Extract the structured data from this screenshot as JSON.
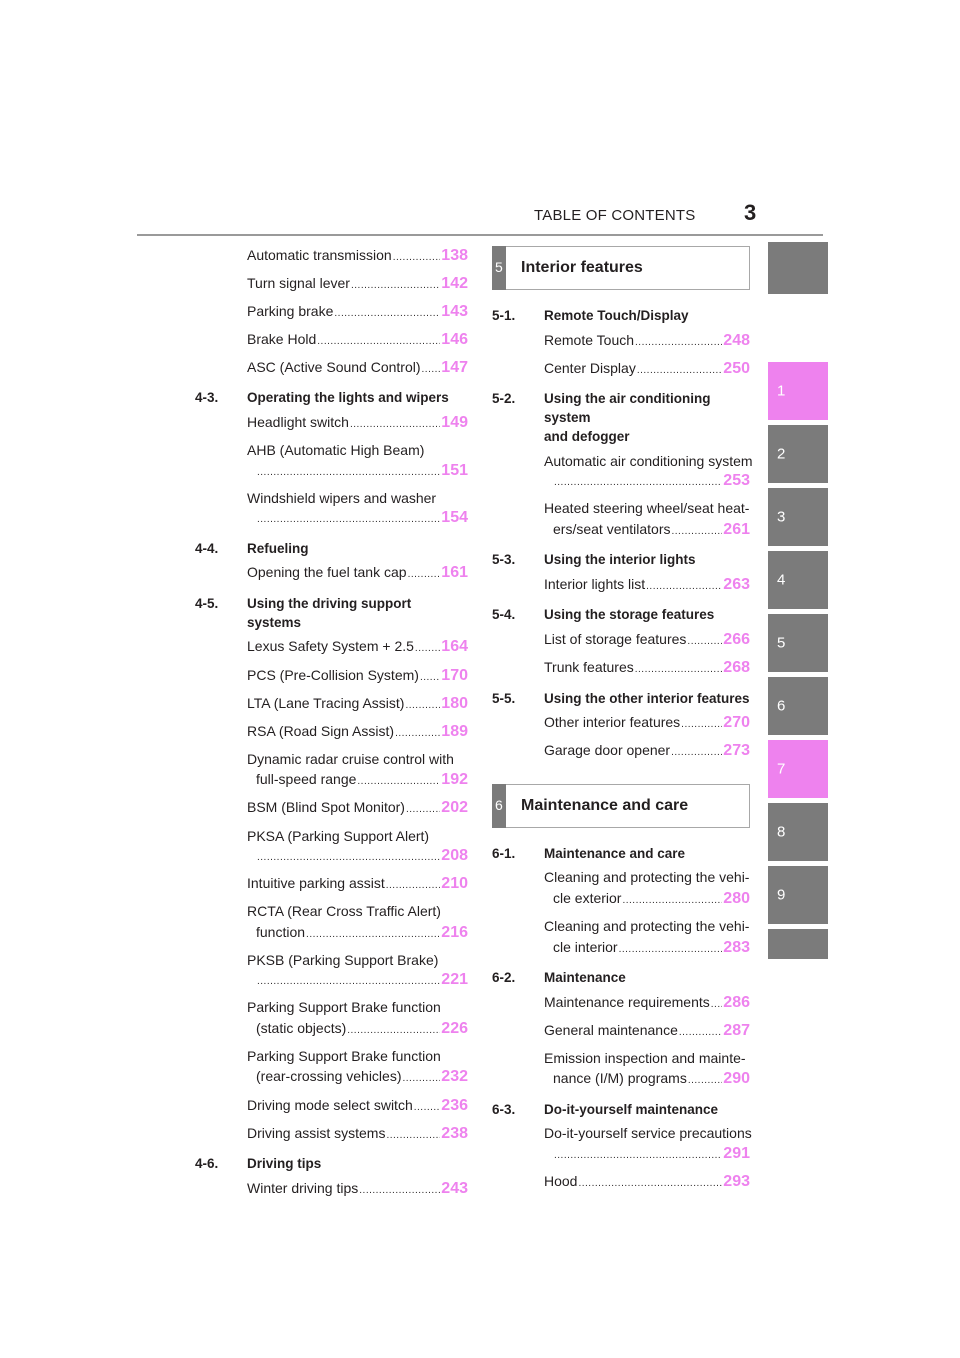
{
  "header": {
    "title": "TABLE OF CONTENTS",
    "page_number": "3"
  },
  "tabs": [
    "",
    "1",
    "2",
    "3",
    "4",
    "5",
    "6",
    "7",
    "8",
    "9",
    ""
  ],
  "left_column": [
    {
      "type": "item",
      "lines": [
        "Automatic transmission"
      ],
      "page": "138"
    },
    {
      "type": "item",
      "lines": [
        "Turn signal lever"
      ],
      "page": "142"
    },
    {
      "type": "item",
      "lines": [
        "Parking brake"
      ],
      "page": "143"
    },
    {
      "type": "item",
      "lines": [
        "Brake Hold"
      ],
      "page": "146"
    },
    {
      "type": "item",
      "lines": [
        "ASC (Active Sound Control)"
      ],
      "page": "147"
    },
    {
      "type": "section",
      "num": "4-3.",
      "title": "Operating the lights and wipers"
    },
    {
      "type": "item",
      "lines": [
        "Headlight switch"
      ],
      "page": "149"
    },
    {
      "type": "item",
      "lines": [
        "AHB (Automatic High Beam)",
        ""
      ],
      "page": "151"
    },
    {
      "type": "item",
      "lines": [
        "Windshield wipers and washer",
        ""
      ],
      "page": "154"
    },
    {
      "type": "section",
      "num": "4-4.",
      "title": "Refueling"
    },
    {
      "type": "item",
      "lines": [
        "Opening the fuel tank cap"
      ],
      "page": "161"
    },
    {
      "type": "section",
      "num": "4-5.",
      "title": "Using the driving support systems"
    },
    {
      "type": "item",
      "lines": [
        "Lexus Safety System + 2.5"
      ],
      "page": "164"
    },
    {
      "type": "item",
      "lines": [
        "PCS (Pre-Collision System)"
      ],
      "page": "170"
    },
    {
      "type": "item",
      "lines": [
        "LTA (Lane Tracing Assist)"
      ],
      "page": "180"
    },
    {
      "type": "item",
      "lines": [
        "RSA (Road Sign Assist)"
      ],
      "page": "189"
    },
    {
      "type": "item",
      "lines": [
        "Dynamic radar cruise control with",
        "full-speed range"
      ],
      "page": "192"
    },
    {
      "type": "item",
      "lines": [
        "BSM (Blind Spot Monitor)"
      ],
      "page": "202"
    },
    {
      "type": "item",
      "lines": [
        "PKSA (Parking Support Alert)",
        ""
      ],
      "page": "208"
    },
    {
      "type": "item",
      "lines": [
        "Intuitive parking assist"
      ],
      "page": "210"
    },
    {
      "type": "item",
      "lines": [
        "RCTA (Rear Cross Traffic Alert)",
        "function"
      ],
      "page": "216"
    },
    {
      "type": "item",
      "lines": [
        "PKSB (Parking Support Brake)",
        ""
      ],
      "page": "221"
    },
    {
      "type": "item",
      "lines": [
        "Parking Support Brake function",
        "(static objects)"
      ],
      "page": "226"
    },
    {
      "type": "item",
      "lines": [
        "Parking Support Brake function",
        "(rear-crossing vehicles)"
      ],
      "page": "232"
    },
    {
      "type": "item",
      "lines": [
        "Driving mode select switch"
      ],
      "page": "236"
    },
    {
      "type": "item",
      "lines": [
        "Driving assist systems"
      ],
      "page": "238"
    },
    {
      "type": "section",
      "num": "4-6.",
      "title": "Driving tips"
    },
    {
      "type": "item",
      "lines": [
        "Winter driving tips"
      ],
      "page": "243"
    }
  ],
  "right_column": [
    {
      "type": "chapter",
      "num": "5",
      "title": "Interior features"
    },
    {
      "type": "section",
      "num": "5-1.",
      "title": "Remote Touch/Display"
    },
    {
      "type": "item",
      "lines": [
        "Remote Touch"
      ],
      "page": "248"
    },
    {
      "type": "item",
      "lines": [
        "Center Display"
      ],
      "page": "250"
    },
    {
      "type": "section",
      "num": "5-2.",
      "title": "Using the air conditioning system and defogger",
      "title_lines": [
        "Using the air conditioning system",
        "and defogger"
      ]
    },
    {
      "type": "item",
      "lines": [
        "Automatic air conditioning system",
        ""
      ],
      "page": "253"
    },
    {
      "type": "item",
      "lines": [
        "Heated steering wheel/seat heat-",
        "ers/seat ventilators"
      ],
      "page": "261"
    },
    {
      "type": "section",
      "num": "5-3.",
      "title": "Using the interior lights"
    },
    {
      "type": "item",
      "lines": [
        "Interior lights list"
      ],
      "page": "263"
    },
    {
      "type": "section",
      "num": "5-4.",
      "title": "Using the storage features"
    },
    {
      "type": "item",
      "lines": [
        "List of storage features"
      ],
      "page": "266"
    },
    {
      "type": "item",
      "lines": [
        "Trunk features"
      ],
      "page": "268"
    },
    {
      "type": "section",
      "num": "5-5.",
      "title": "Using the other interior features"
    },
    {
      "type": "item",
      "lines": [
        "Other interior features"
      ],
      "page": "270"
    },
    {
      "type": "item",
      "lines": [
        "Garage door opener"
      ],
      "page": "273"
    },
    {
      "type": "chapter",
      "num": "6",
      "title": "Maintenance and care"
    },
    {
      "type": "section",
      "num": "6-1.",
      "title": "Maintenance and care"
    },
    {
      "type": "item",
      "lines": [
        "Cleaning and protecting the vehi-",
        "cle exterior"
      ],
      "page": "280"
    },
    {
      "type": "item",
      "lines": [
        "Cleaning and protecting the vehi-",
        "cle interior"
      ],
      "page": "283"
    },
    {
      "type": "section",
      "num": "6-2.",
      "title": "Maintenance"
    },
    {
      "type": "item",
      "lines": [
        "Maintenance requirements"
      ],
      "page": "286"
    },
    {
      "type": "item",
      "lines": [
        "General maintenance"
      ],
      "page": "287"
    },
    {
      "type": "item",
      "lines": [
        "Emission inspection and mainte-",
        "nance (I/M) programs"
      ],
      "page": "290"
    },
    {
      "type": "section",
      "num": "6-3.",
      "title": "Do-it-yourself maintenance"
    },
    {
      "type": "item",
      "lines": [
        "Do-it-yourself service precautions",
        ""
      ],
      "page": "291"
    },
    {
      "type": "item",
      "lines": [
        "Hood"
      ],
      "page": "293"
    }
  ],
  "colors": {
    "accent": "#ee82ee",
    "tab_gray": "#7b7b7b",
    "text": "#231f20"
  }
}
